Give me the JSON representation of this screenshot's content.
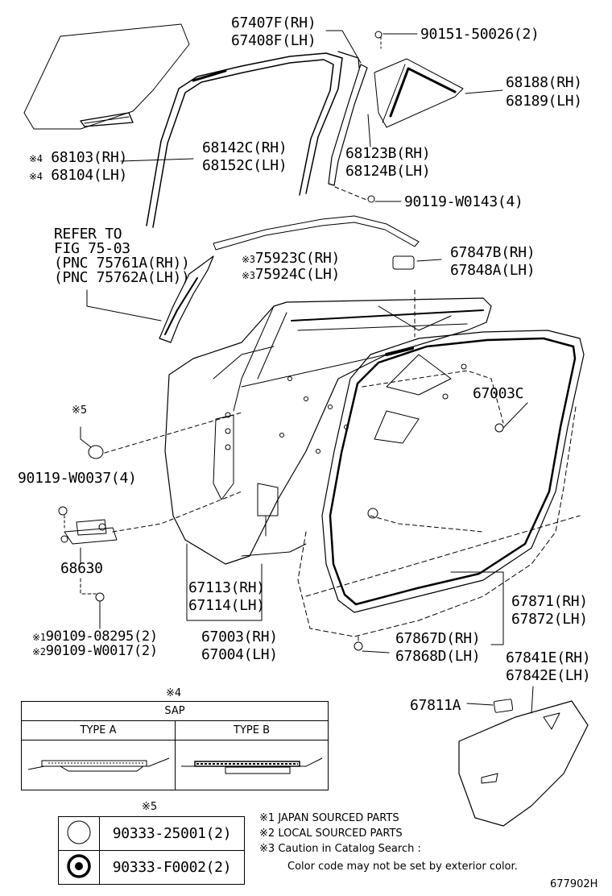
{
  "labels": {
    "p67407f": "67407F(RH)",
    "p67408f": "67408F(LH)",
    "p90151": "90151-50026(2)",
    "p68188": "68188(RH)",
    "p68189": "68189(LH)",
    "p68103": "68103(RH)",
    "p68104": "68104(LH)",
    "p68142c": "68142C(RH)",
    "p68152c": "68152C(LH)",
    "p68123b": "68123B(RH)",
    "p68124b": "68124B(LH)",
    "p90119a": "90119-W0143(4)",
    "refer1": "REFER TO",
    "refer2": "FIG 75-03",
    "refer3": "(PNC 75761A(RH))",
    "refer4": "(PNC 75762A(LH))",
    "p75923c": "75923C(RH)",
    "p75924c": "75924C(LH)",
    "p67847b": "67847B(RH)",
    "p67848a": "67848A(LH)",
    "p67003c": "67003C",
    "p90119b": "90119-W0037(4)",
    "p68630": "68630",
    "p67113": "67113(RH)",
    "p67114": "67114(LH)",
    "p67003": "67003(RH)",
    "p67004": "67004(LH)",
    "p90109a": "90109-08295(2)",
    "p90109b": "90109-W0017(2)",
    "p67871": "67871(RH)",
    "p67872": "67872(LH)",
    "p67867d": "67867D(RH)",
    "p67868d": "67868D(LH)",
    "p67841e": "67841E(RH)",
    "p67842e": "67842E(LH)",
    "p67811a": "67811A"
  },
  "marks": {
    "m1": "※1",
    "m2": "※2",
    "m3": "※3",
    "m4": "※4",
    "m5": "※5"
  },
  "sap_table": {
    "mark": "※4",
    "header": "SAP",
    "type_a": "TYPE A",
    "type_b": "TYPE B"
  },
  "clip_table": {
    "mark": "※5",
    "row1": "90333-25001(2)",
    "row2": "90333-F0002(2)"
  },
  "notes": {
    "n1": "JAPAN SOURCED PARTS",
    "n2": "LOCAL SOURCED PARTS",
    "n3": "Caution in Catalog Search :",
    "n4": "Color code may not be set by exterior color."
  },
  "figure_code": "677902H"
}
